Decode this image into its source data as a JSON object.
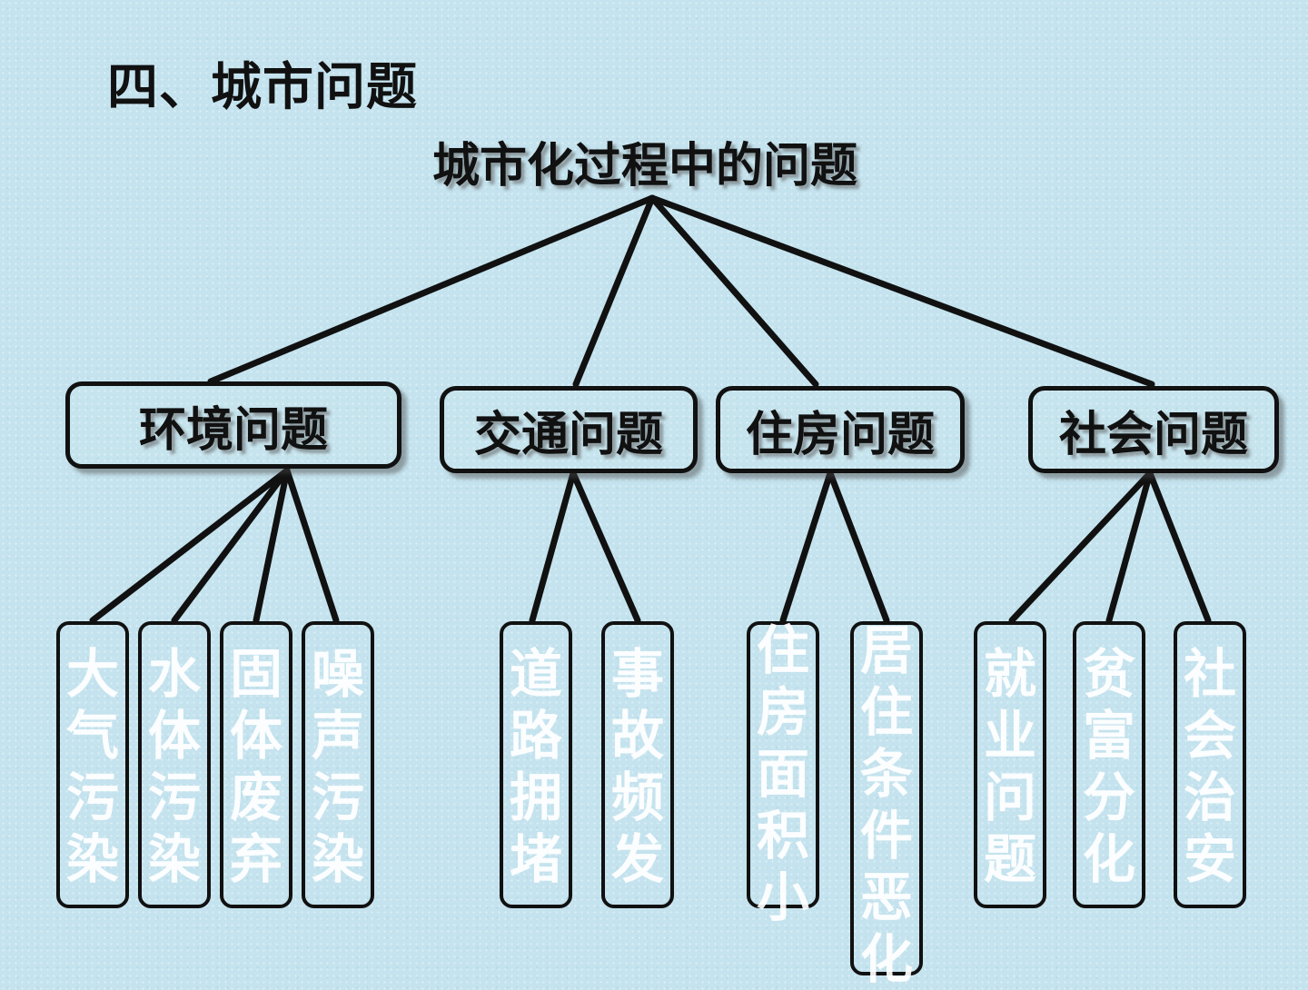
{
  "page_title": "四、城市问题",
  "root": "城市化过程中的问题",
  "categories": [
    {
      "label": "环境问题",
      "items": [
        "大气污染",
        "水体污染",
        "固体废弃",
        "噪声污染"
      ]
    },
    {
      "label": "交通问题",
      "items": [
        "道路拥堵",
        "事故频发"
      ]
    },
    {
      "label": "住房问题",
      "items": [
        "住房面积小",
        "居住条件恶化"
      ]
    },
    {
      "label": "社会问题",
      "items": [
        "就业问题",
        "贫富分化",
        "社会治安"
      ]
    }
  ]
}
